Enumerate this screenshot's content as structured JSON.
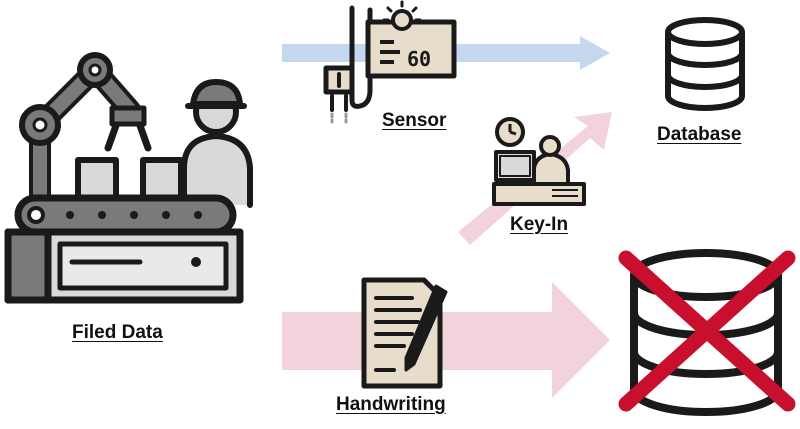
{
  "labels": {
    "field": "Filed Data",
    "sensor": "Sensor",
    "keyin": "Key-In",
    "database": "Database",
    "handwriting": "Handwriting"
  },
  "sensor_display": "60",
  "colors": {
    "blue_arrow": "#c5d6ef",
    "pink_arrow": "#f2d3db",
    "red_cross": "#c8102e",
    "outline": "#1a1a1a",
    "gray_fill": "#7a7a7a",
    "light_gray_fill": "#d9d9d9",
    "tan_fill": "#e8dccb"
  },
  "icons": [
    "factory-robot-icon",
    "sensor-icon",
    "keyin-worker-icon",
    "database-icon",
    "handwriting-icon",
    "crossed-database-icon"
  ]
}
